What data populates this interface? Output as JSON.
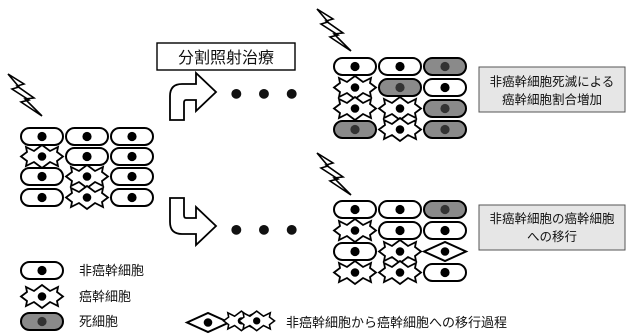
{
  "treatment_label": "分割照射治療",
  "ellipsis": "• • •",
  "outcome_top": {
    "line1": "非癌幹細胞死滅による",
    "line2": "癌幹細胞割合増加"
  },
  "outcome_bottom": {
    "line1": "非癌幹細胞の癌幹細胞",
    "line2": "への移行"
  },
  "legend": {
    "non_cancer_stem_cell": "非癌幹細胞",
    "cancer_stem_cell": "癌幹細胞",
    "dead_cell": "死細胞",
    "transition_process": "非癌幹細胞から癌幹細胞への移行過程"
  },
  "colors": {
    "cell_fill": "#ffffff",
    "dead_fill": "#8a8a8a",
    "outline": "#000000",
    "box_fill": "#e6e6e6"
  },
  "icons": [
    "lightning-bolt-icon",
    "curved-arrow-up-icon",
    "curved-arrow-down-icon"
  ]
}
